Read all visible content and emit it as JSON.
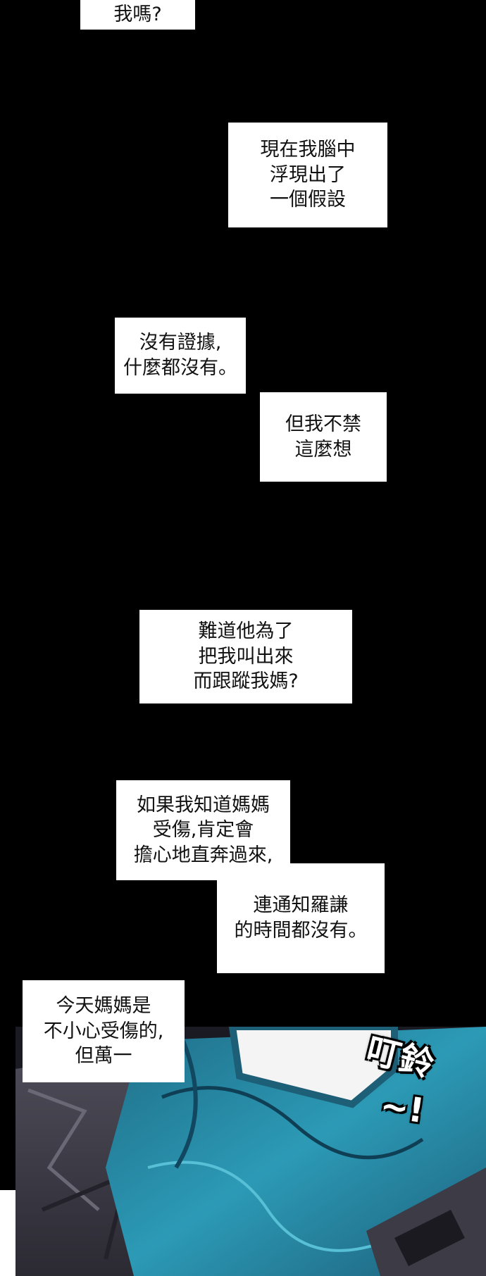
{
  "bubbles": {
    "b1": "我嗎?",
    "b2": "現在我腦中\n浮現出了\n一個假設",
    "b3": "沒有證據,\n什麼都沒有。",
    "b4": "但我不禁\n這麼想",
    "b5": "難道他為了\n把我叫出來\n而跟蹤我媽?",
    "b6": "如果我知道媽媽\n受傷,肯定會\n擔心地直奔過來,",
    "b7": "連通知羅謙\n的時間都沒有。",
    "b8": "今天媽媽是\n不小心受傷的,\n但萬一"
  },
  "sfx": {
    "line1": "叮鈴",
    "line2": "~!"
  }
}
